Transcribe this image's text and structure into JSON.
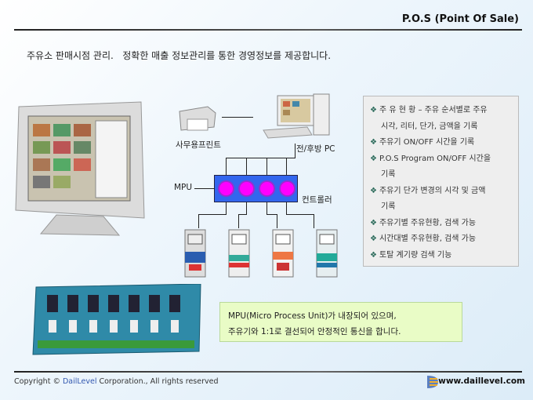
{
  "header": {
    "title": "P.O.S (Point Of Sale)"
  },
  "subtitle": "주유소 판매시점 관리.   정확한 매출 정보관리를 통한 경영정보를 제공합니다.",
  "diagram": {
    "printer_label": "사무용프린트",
    "pc_label": "전/후방 PC",
    "mpu_label": "MPU",
    "controller_label": "컨트롤러"
  },
  "info": {
    "items": [
      [
        "주 유 현 황 – 주유 순서별로 주유",
        "시각, 리터, 단가, 금액을 기록"
      ],
      [
        "주유기 ON/OFF 시간을 기록"
      ],
      [
        "P.O.S Program ON/OFF 시간을",
        "기록"
      ],
      [
        "주유기 단가 변경의 시각 및 금액",
        "기록"
      ],
      [
        "주유기별 주유현황, 검색 가능"
      ],
      [
        "시간대별 주유현황, 검색 가능"
      ],
      [
        "토탈 계기량 검색 기능"
      ]
    ]
  },
  "note": {
    "line1": "MPU(Micro Process Unit)가 내장되어 있으며,",
    "line2": "주유기와 1:1로 결선되어 안정적인 통신을 합니다."
  },
  "footer": {
    "copyright_pre": "Copyright © ",
    "brand": "DailLevel",
    "copyright_post": " Corporation., All rights reserved",
    "url": "www.daillevel.com"
  },
  "colors": {
    "controller": "#3366ee",
    "mpu": "#ff00ff",
    "note_bg": "#e9fcc6"
  }
}
